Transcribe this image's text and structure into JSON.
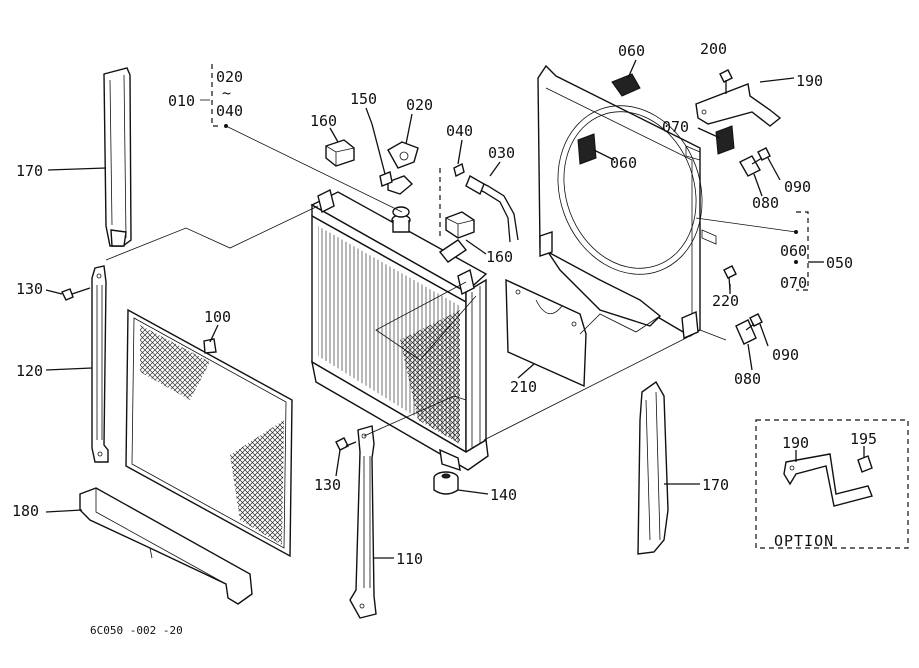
{
  "labels": {
    "l010": "010",
    "l020a": "020",
    "l040a": "040",
    "tilde": "~",
    "l150": "150",
    "l020b": "020",
    "l160a": "160",
    "l160b": "160",
    "l040b": "040",
    "l030": "030",
    "l060a": "060",
    "l060b": "060",
    "l200": "200",
    "l190": "190",
    "l070": "070",
    "l090a": "090",
    "l080a": "080",
    "l060c": "060",
    "l070b": "070",
    "l050": "050",
    "l220": "220",
    "l090b": "090",
    "l080b": "080",
    "l170a": "170",
    "l130a": "130",
    "l120": "120",
    "l100": "100",
    "l210": "210",
    "l130b": "130",
    "l140": "140",
    "l180": "180",
    "l110": "110",
    "l170b": "170",
    "l190opt": "190",
    "l195": "195",
    "option": "OPTION"
  },
  "footer_code": "6C050 -002 -20"
}
